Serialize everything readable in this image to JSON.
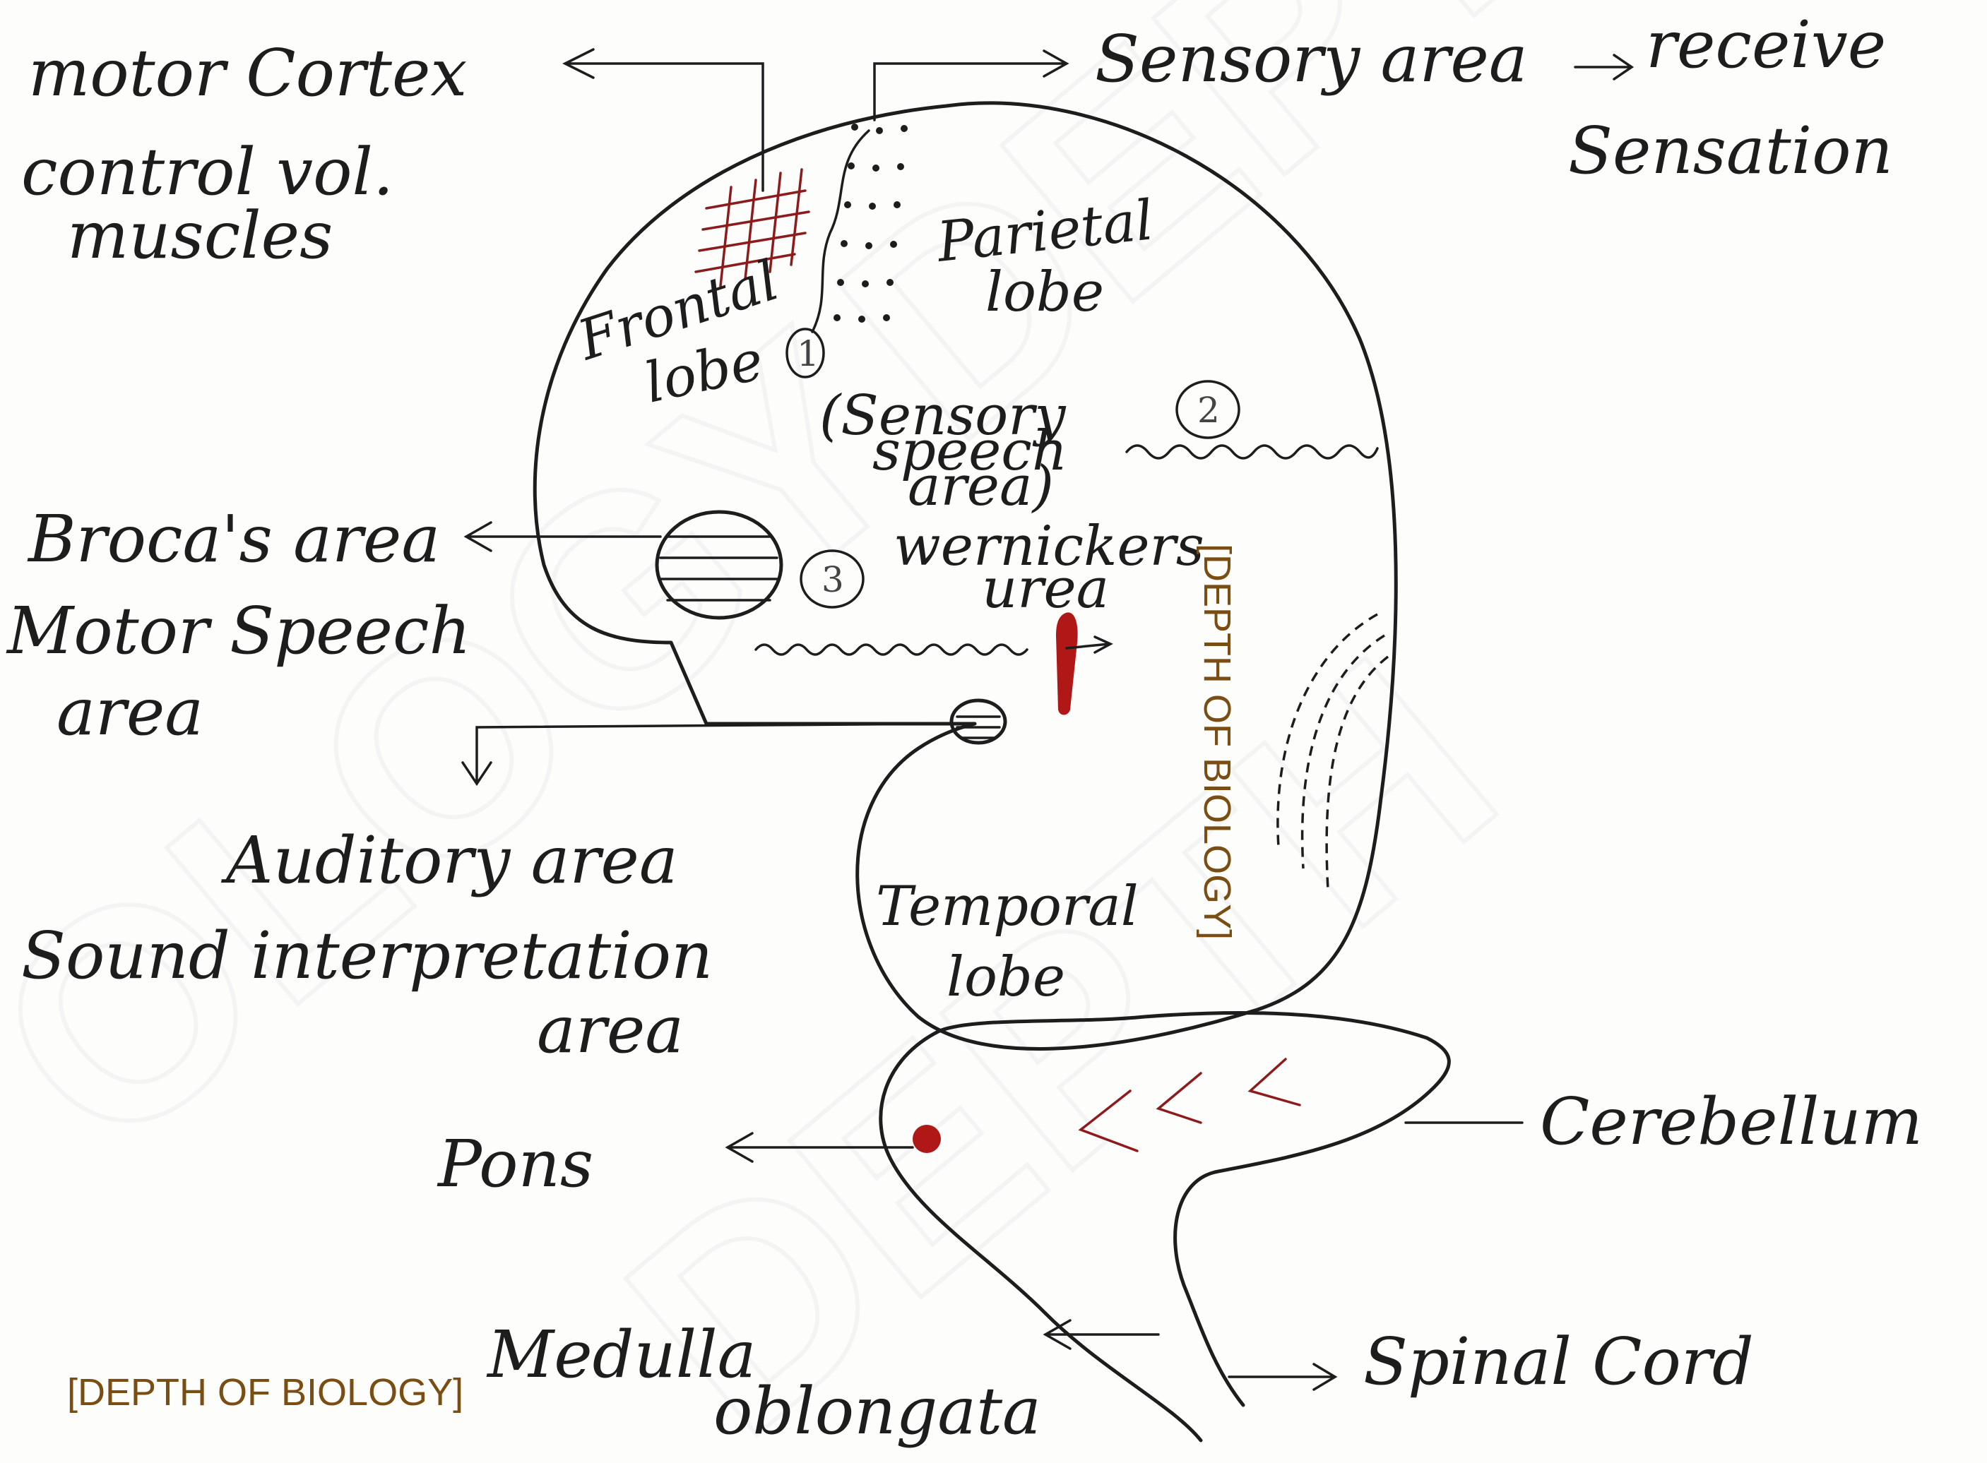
{
  "labels": {
    "motor_cortex": [
      "motor Cortex",
      "control vol.",
      "muscles"
    ],
    "sensory_area": [
      "Sensory area",
      "receive",
      "Sensation"
    ],
    "parietal_lobe": [
      "Parietal",
      "lobe"
    ],
    "frontal_lobe": [
      "Frontal",
      "lobe"
    ],
    "sensory_speech_area": [
      "(Sensory",
      "speech",
      "area)"
    ],
    "brocas_area": [
      "Broca's area",
      "Motor Speech",
      "area"
    ],
    "wernickes_area": [
      "wernickers",
      "urea"
    ],
    "auditory_area": [
      "Auditory area",
      "Sound interpretation",
      "area"
    ],
    "temporal_lobe": [
      "Temporal",
      "lobe"
    ],
    "cerebellum": "Cerebellum",
    "pons": "Pons",
    "medulla_oblongata": [
      "Medulla",
      "oblongata"
    ],
    "spinal_cord": "Spinal Cord"
  },
  "markers": [
    "1",
    "2",
    "3"
  ],
  "watermark": {
    "bottom": "[DEPTH OF BIOLOGY]",
    "vertical": "[DEPTH OF BIOLOGY]"
  },
  "colors": {
    "ink": "#1d1d1d",
    "accent_red": "#b01818",
    "watermark": "#7a4e12"
  }
}
